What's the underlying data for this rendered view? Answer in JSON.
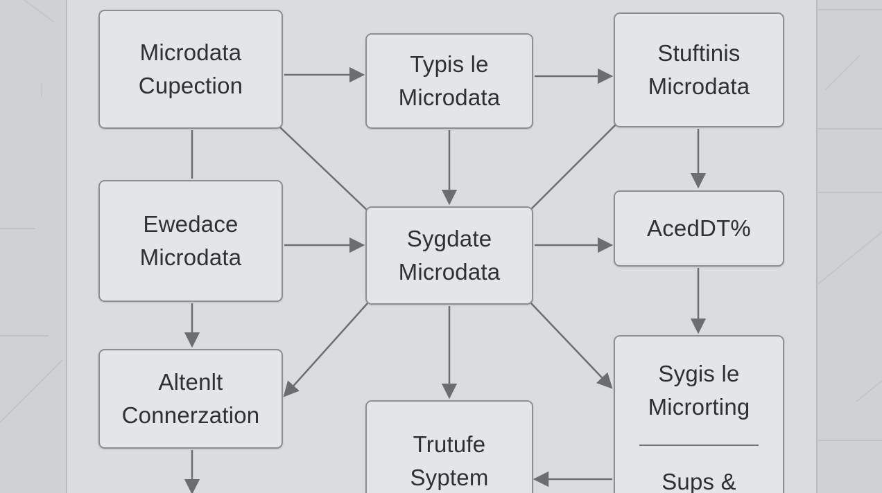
{
  "diagram": {
    "nodes": {
      "n1": {
        "lines": [
          "Microdata",
          "Cupection"
        ]
      },
      "n2": {
        "lines": [
          "Typis le",
          "Microdata"
        ]
      },
      "n3": {
        "lines": [
          "Stuftinis",
          "Microdata"
        ]
      },
      "n4": {
        "lines": [
          "Ewedace",
          "Microdata"
        ]
      },
      "n5": {
        "lines": [
          "Sygdate",
          "Microdata"
        ]
      },
      "n6": {
        "lines": [
          "AcedDT%"
        ]
      },
      "n7": {
        "lines": [
          "Altenlt",
          "Connerzation"
        ]
      },
      "n8": {
        "lines": [
          "Trutufe",
          "Syptem"
        ]
      },
      "n9": {
        "lines": [
          "Sygis le",
          "Microrting"
        ],
        "footer": "Sups &"
      }
    },
    "edges": [
      {
        "from": "n1",
        "to": "n2",
        "arrow": true
      },
      {
        "from": "n2",
        "to": "n3",
        "arrow": true
      },
      {
        "from": "n1",
        "to": "n4",
        "arrow": false
      },
      {
        "from": "n1",
        "to": "n5",
        "arrow": false
      },
      {
        "from": "n2",
        "to": "n5",
        "arrow": true
      },
      {
        "from": "n3",
        "to": "n5",
        "arrow": false
      },
      {
        "from": "n3",
        "to": "n6",
        "arrow": true
      },
      {
        "from": "n4",
        "to": "n5",
        "arrow": true
      },
      {
        "from": "n5",
        "to": "n6",
        "arrow": true
      },
      {
        "from": "n4",
        "to": "n7",
        "arrow": true
      },
      {
        "from": "n5",
        "to": "n7",
        "arrow": true
      },
      {
        "from": "n5",
        "to": "n8",
        "arrow": true
      },
      {
        "from": "n5",
        "to": "n9",
        "arrow": true
      },
      {
        "from": "n6",
        "to": "n9",
        "arrow": true
      },
      {
        "from": "n9",
        "to": "n8",
        "arrow": true
      },
      {
        "from": "n7",
        "to": "offscreen",
        "arrow": true
      }
    ],
    "colors": {
      "background": "#d9dbdc",
      "node_fill": "#e3e5e6",
      "node_border": "#8c8f92",
      "edge": "#6b6e71",
      "text": "#2e3133"
    }
  }
}
